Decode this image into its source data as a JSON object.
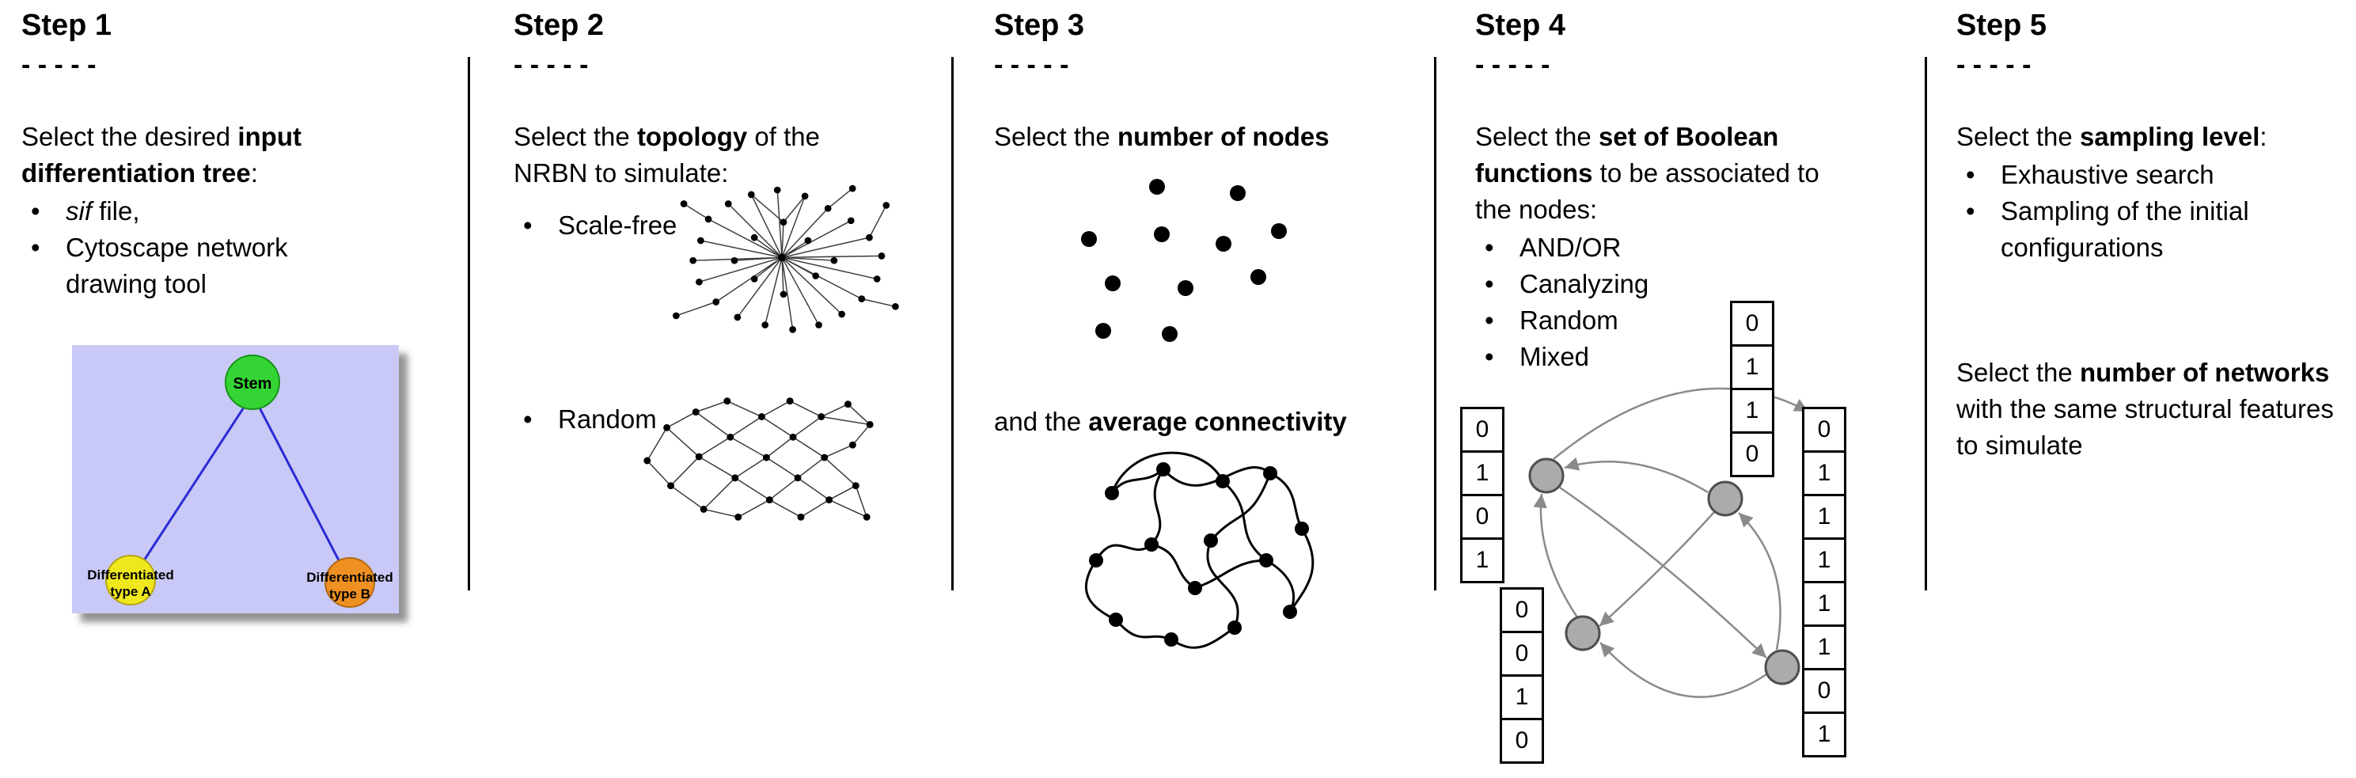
{
  "figure": {
    "background": "#ffffff",
    "divider_color": "#000000"
  },
  "illustrations": {
    "step1": "differentiation-tree",
    "step2": [
      "scale-free-network",
      "random-network"
    ],
    "step3": [
      "scattered-nodes",
      "tangled-network"
    ],
    "step4": "boolean-network-with-truth-tables"
  },
  "steps": [
    {
      "title": "Step 1",
      "dashes": "- - - - -",
      "intro": [
        "Select the desired ",
        "input differentiation tree",
        ":"
      ],
      "bullets": {
        "sif_italic": "sif",
        "sif_rest": " file,",
        "cytoscape": "Cytoscape network drawing tool"
      },
      "tree": {
        "background": "#c9c9f7",
        "edge_color": "#2b2bd6",
        "root_label": "Stem",
        "root_color": "#35d435",
        "left_label_line1": "Differentiated",
        "left_label_line2": "type A",
        "left_color": "#efe71d",
        "right_label_line1": "Differentiated",
        "right_label_line2": "type B",
        "right_color": "#ef9022"
      }
    },
    {
      "title": "Step 2",
      "dashes": "- - - - -",
      "intro": [
        "Select the ",
        "topology",
        " of the NRBN to simulate:"
      ],
      "bullets": [
        "Scale-free",
        "Random"
      ]
    },
    {
      "title": "Step 3",
      "dashes": "- - - - -",
      "line1": [
        "Select the ",
        "number of nodes"
      ],
      "line2": [
        "and the ",
        "average connectivity"
      ]
    },
    {
      "title": "Step 4",
      "dashes": "- - - - -",
      "intro": [
        "Select the ",
        "set of Boolean functions",
        " to be associated to the nodes:"
      ],
      "bullets": [
        "AND/OR",
        "Canalyzing",
        "Random",
        "Mixed"
      ],
      "node_color": "#ababab",
      "edge_color": "#8a8a8a",
      "tables": {
        "left": [
          "0",
          "1",
          "0",
          "1"
        ],
        "top": [
          "0",
          "1",
          "1",
          "0"
        ],
        "bottom_left": [
          "0",
          "0",
          "1",
          "0"
        ],
        "right": [
          "0",
          "1",
          "1",
          "1",
          "1",
          "1",
          "0",
          "1"
        ]
      }
    },
    {
      "title": "Step 5",
      "dashes": "- - - - -",
      "intro": [
        "Select the ",
        "sampling level",
        ":"
      ],
      "bullets": [
        "Exhaustive search",
        "Sampling of the initial configurations"
      ],
      "second": [
        "Select the ",
        "number of networks",
        " with the same structural features to simulate"
      ]
    }
  ]
}
